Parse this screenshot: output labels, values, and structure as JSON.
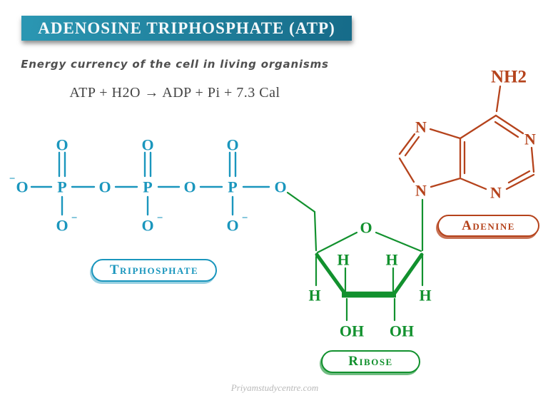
{
  "header": {
    "title": "ADENOSINE TRIPHOSPHATE (ATP)"
  },
  "subtitle": "Energy currency of the cell in living organisms",
  "equation": "ATP + H2O → ADP + Pi + 7.3 Cal",
  "molecule": {
    "phosphate": {
      "label": "Triphosphate",
      "atoms": {
        "P": "P",
        "O": "O",
        "minus": "−"
      }
    },
    "ribose": {
      "label": "Ribose",
      "atoms": {
        "O": "O",
        "H": "H",
        "OH": "OH"
      }
    },
    "adenine": {
      "label": "Adenine",
      "atoms": {
        "N": "N",
        "NH2": "NH2"
      }
    }
  },
  "watermark": "Priyamstudycentre.com",
  "colors": {
    "phosphate": "#1a96bd",
    "ribose": "#12912e",
    "adenine": "#b5431c",
    "banner_left": "#2b97b3",
    "banner_mid": "#1f7f9b",
    "banner_right": "#166b89",
    "title_text": "#f4f8fa",
    "subtitle_gray": "#4f4f4f",
    "equation_gray": "#434343",
    "watermark_gray": "#b9b9b9"
  }
}
